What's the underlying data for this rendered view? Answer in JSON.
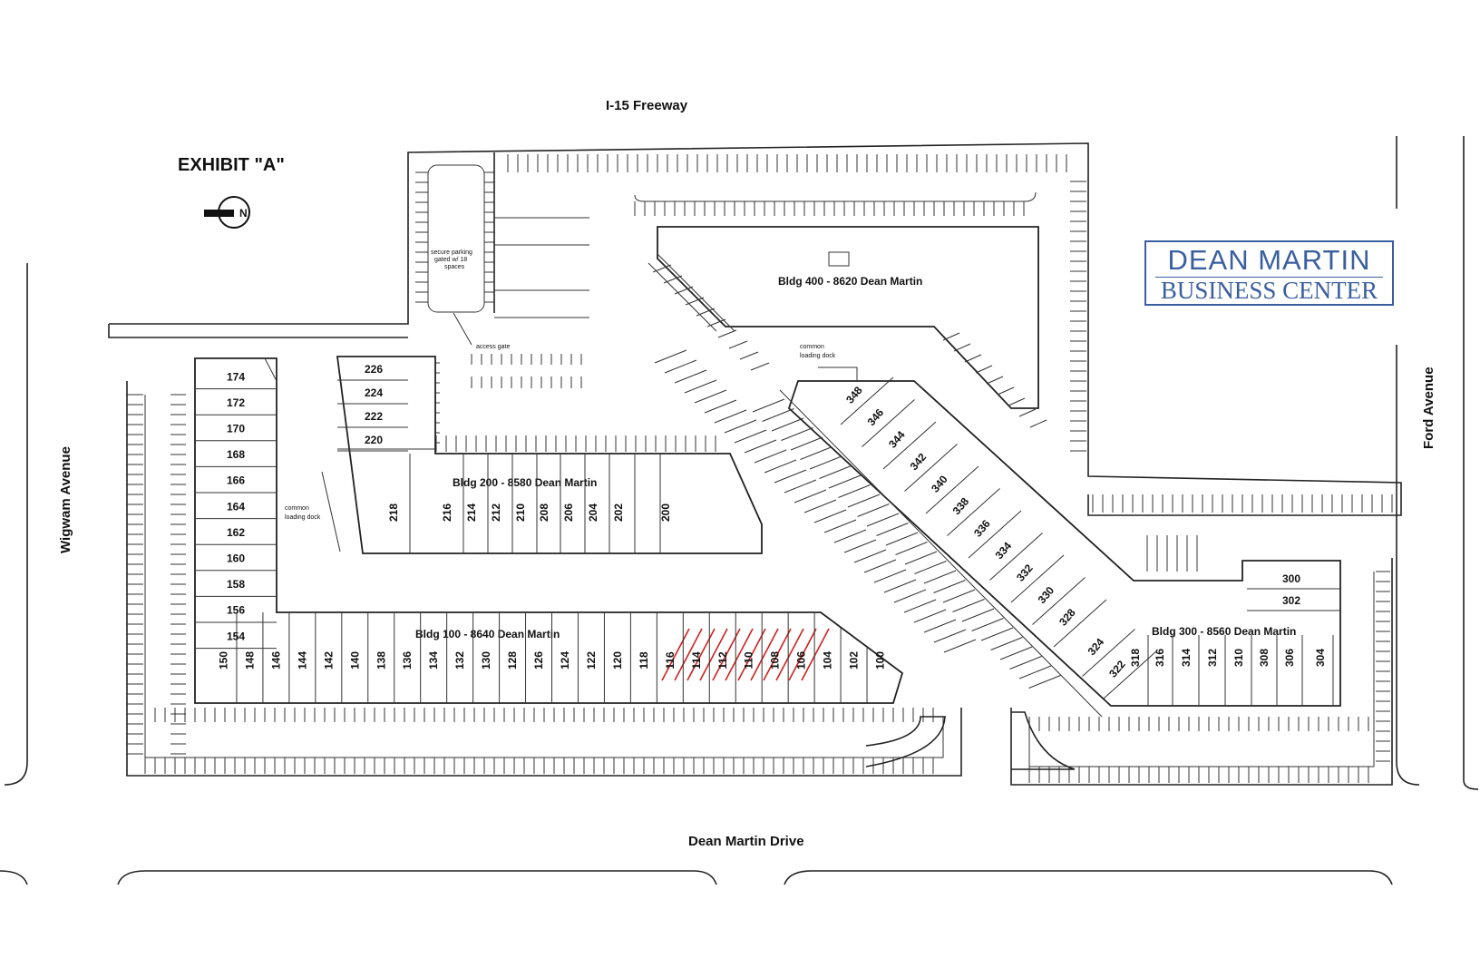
{
  "exhibit_title": "EXHIBIT \"A\"",
  "north_label": "N",
  "logo": {
    "line1": "DEAN MARTIN",
    "line2": "BUSINESS CENTER",
    "color": "#3a5f9e"
  },
  "streets": {
    "north": "I-15 Freeway",
    "west": "Wigwam Avenue",
    "east": "Ford Avenue",
    "south": "Dean Martin Drive"
  },
  "notes": {
    "access_gate": "access gate",
    "dock_left": [
      "common",
      "loading dock"
    ],
    "dock_top": [
      "common",
      "loading dock"
    ],
    "gated_parking": [
      "secure parking",
      "gated w/ 18",
      "spaces"
    ]
  },
  "buildings": {
    "b100": {
      "label": "Bldg 100 - 8640 Dean Martin",
      "units": [
        "150",
        "148",
        "146",
        "144",
        "142",
        "140",
        "138",
        "136",
        "134",
        "132",
        "130",
        "128",
        "126",
        "124",
        "122",
        "120",
        "118",
        "116",
        "114",
        "112",
        "110",
        "108",
        "106",
        "104",
        "102",
        "100"
      ],
      "column": [
        "174",
        "172",
        "170",
        "168",
        "166",
        "164",
        "162",
        "160",
        "158",
        "156",
        "154"
      ]
    },
    "b200": {
      "label": "Bldg 200 - 8580 Dean Martin",
      "units": [
        "218",
        "216",
        "214",
        "212",
        "210",
        "208",
        "206",
        "204",
        "202",
        "200"
      ],
      "column": [
        "226",
        "224",
        "222",
        "220"
      ]
    },
    "b300": {
      "label": "Bldg 300 - 8560 Dean Martin",
      "units": [
        "318",
        "316",
        "314",
        "312",
        "310",
        "308",
        "306",
        "304"
      ],
      "column": [
        "300",
        "302"
      ],
      "diagonal": [
        "348",
        "346",
        "344",
        "342",
        "340",
        "338",
        "336",
        "334",
        "332",
        "330",
        "328",
        "324",
        "322"
      ]
    },
    "b400": {
      "label": "Bldg 400 - 8620 Dean Martin"
    }
  },
  "highlight_color": "#d02020"
}
